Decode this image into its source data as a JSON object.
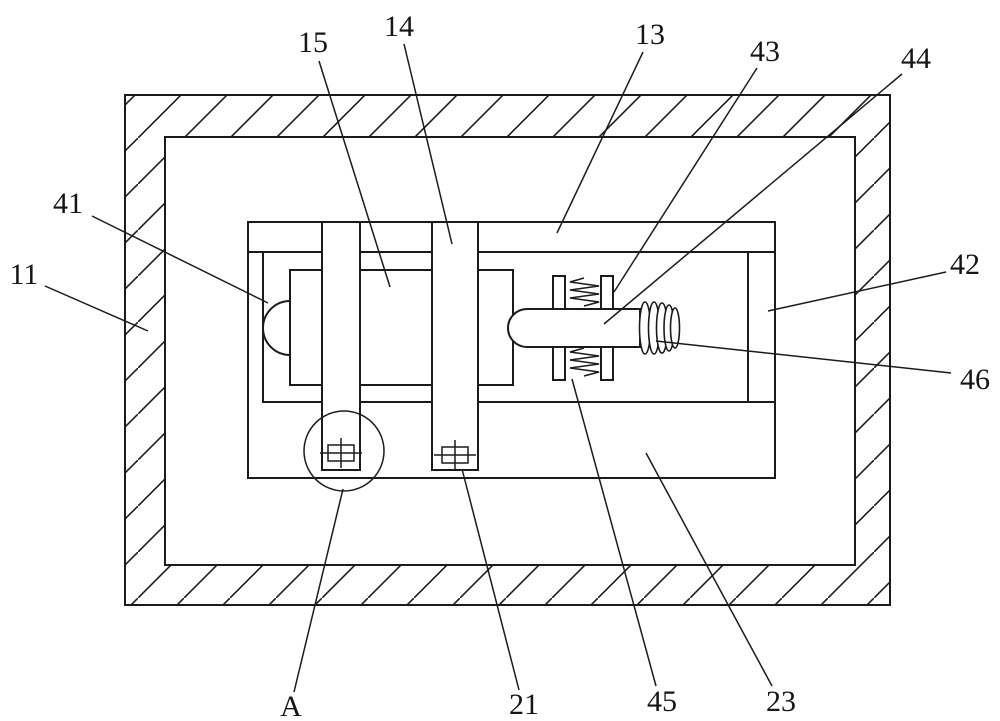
{
  "labels": {
    "l11": "11",
    "l13": "13",
    "l14": "14",
    "l15": "15",
    "l21": "21",
    "l23": "23",
    "l41": "41",
    "l42": "42",
    "l43": "43",
    "l44": "44",
    "l45": "45",
    "l46": "46",
    "lA": "A"
  },
  "colors": {
    "line": "#1b1b1b",
    "background": "#ffffff"
  }
}
